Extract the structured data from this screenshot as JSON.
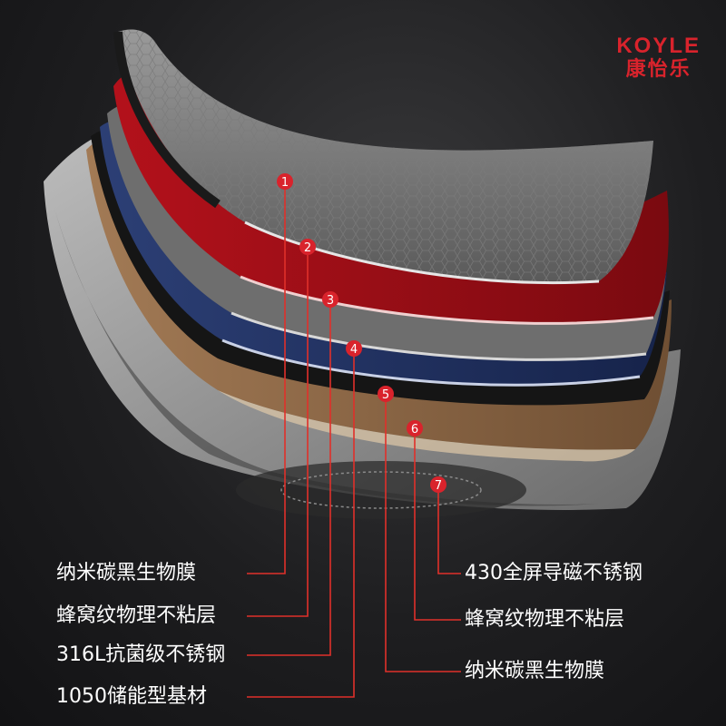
{
  "brand": {
    "name_en": "KOYLE",
    "name_cn": "康怡乐",
    "color": "#d9232c"
  },
  "layer_markers": [
    "1",
    "2",
    "3",
    "4",
    "5",
    "6",
    "7"
  ],
  "labels_left": [
    "纳米碳黑生物膜",
    "蜂窝纹物理不粘层",
    "316L抗菌级不锈钢",
    "1050储能型基材"
  ],
  "labels_right": [
    "430全屏导磁不锈钢",
    "蜂窝纹物理不粘层",
    "纳米碳黑生物膜"
  ],
  "colors": {
    "accent": "#d9232c",
    "line": "#e0302a",
    "text": "#ffffff",
    "background": "#1e1e20"
  }
}
